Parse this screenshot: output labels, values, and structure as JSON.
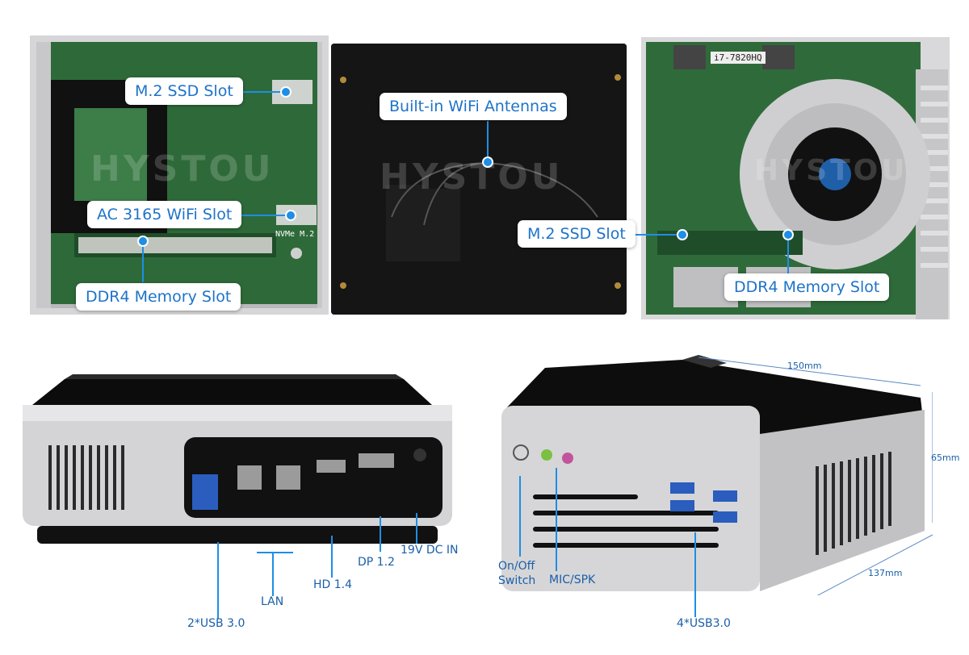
{
  "top_left": {
    "callouts": {
      "m2_ssd": "M.2 SSD Slot",
      "wifi": "AC 3165 WiFi Slot",
      "ddr4": "DDR4 Memory Slot"
    },
    "board_text": "NVMe M.2"
  },
  "top_middle": {
    "callout": "Built-in WiFi Antennas"
  },
  "top_right": {
    "callouts": {
      "m2_ssd": "M.2 SSD Slot",
      "ddr4": "DDR4 Memory Slot"
    },
    "cpu_label": "i7-7820HQ"
  },
  "watermark": "HYSTOU",
  "bottom_left": {
    "labels": {
      "usb": "2*USB 3.0",
      "lan": "LAN",
      "hd": "HD 1.4",
      "dp": "DP 1.2",
      "dc": "19V DC IN"
    }
  },
  "bottom_right": {
    "labels": {
      "switch_line1": "On/Off",
      "switch_line2": "Switch",
      "mic": "MIC/SPK",
      "usb": "4*USB3.0"
    },
    "dimensions": {
      "width": "150mm",
      "height": "65mm",
      "depth": "137mm"
    }
  },
  "colors": {
    "accent": "#1e73c8",
    "board_green": "#2f6b3a",
    "case_silver": "#d6d6d8",
    "case_black": "#141414"
  }
}
